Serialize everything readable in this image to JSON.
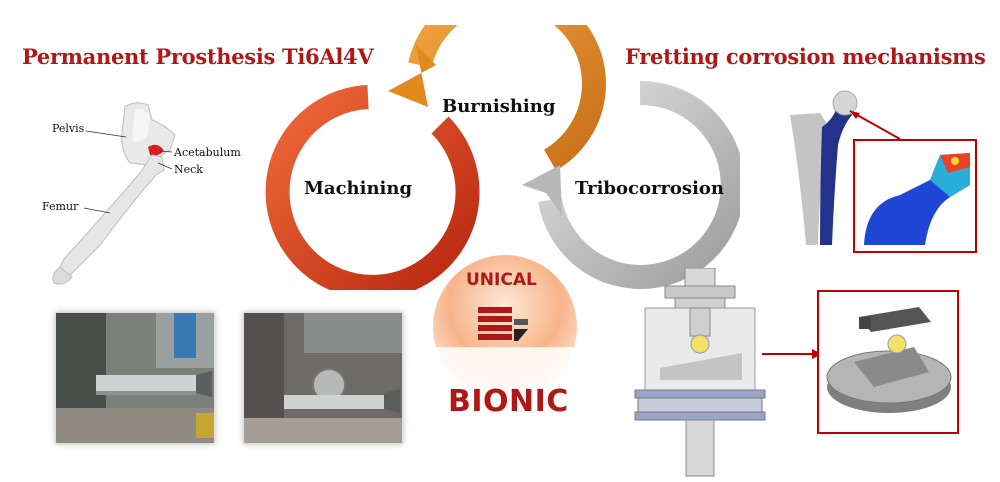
{
  "titles": {
    "left": "Permanent Prosthesis Ti6Al4V",
    "right": "Fretting corrosion mechanisms"
  },
  "anatomy_labels": {
    "pelvis": "Pelvis",
    "acetabulum": "Acetabulum",
    "neck": "Neck",
    "femur": "Femur"
  },
  "cycle": {
    "machining": "Machining",
    "burnishing": "Burnishing",
    "tribocorrosion": "Tribocorrosion"
  },
  "logo": {
    "top": "UNICAL",
    "bottom": "BIONIC"
  },
  "colors": {
    "title_red": "#b01818",
    "machining_arrow": "#d6401c",
    "burnishing_arrow": "#e08a1e",
    "tribocorrosion_arrow": "#b8b8b8",
    "connector_red": "#c00000"
  }
}
